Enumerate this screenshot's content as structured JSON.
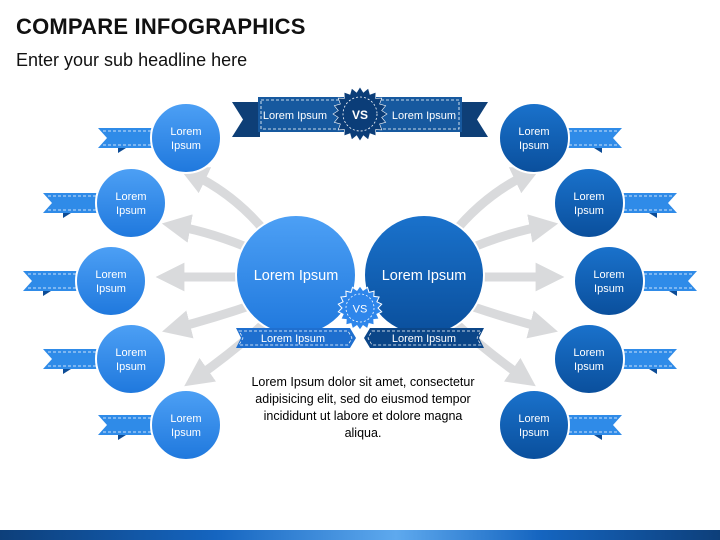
{
  "title": "COMPARE INFOGRAPHICS",
  "subtitle": "Enter your sub headline here",
  "top_banner": {
    "left_label": "Lorem Ipsum",
    "right_label": "Lorem Ipsum",
    "vs": "VS"
  },
  "center": {
    "left_circle": "Lorem Ipsum",
    "right_circle": "Lorem Ipsum",
    "vs": "VS",
    "left_ribbon": "Lorem Ipsum",
    "right_ribbon": "Lorem Ipsum"
  },
  "body_text": "Lorem Ipsum dolor sit amet, consectetur adipisicing elit, sed do eiusmod tempor incididunt ut labore et dolore magna aliqua.",
  "left_items": [
    {
      "line1": "Lorem",
      "line2": "Ipsum"
    },
    {
      "line1": "Lorem",
      "line2": "Ipsum"
    },
    {
      "line1": "Lorem",
      "line2": "Ipsum"
    },
    {
      "line1": "Lorem",
      "line2": "Ipsum"
    },
    {
      "line1": "Lorem",
      "line2": "Ipsum"
    }
  ],
  "right_items": [
    {
      "line1": "Lorem",
      "line2": "Ipsum"
    },
    {
      "line1": "Lorem",
      "line2": "Ipsum"
    },
    {
      "line1": "Lorem",
      "line2": "Ipsum"
    },
    {
      "line1": "Lorem",
      "line2": "Ipsum"
    },
    {
      "line1": "Lorem",
      "line2": "Ipsum"
    }
  ],
  "colors": {
    "light_blue": "#2e86eb",
    "dark_blue": "#0d5fb5",
    "navy": "#0e3f77",
    "arrow_gray": "#d9dadc"
  }
}
